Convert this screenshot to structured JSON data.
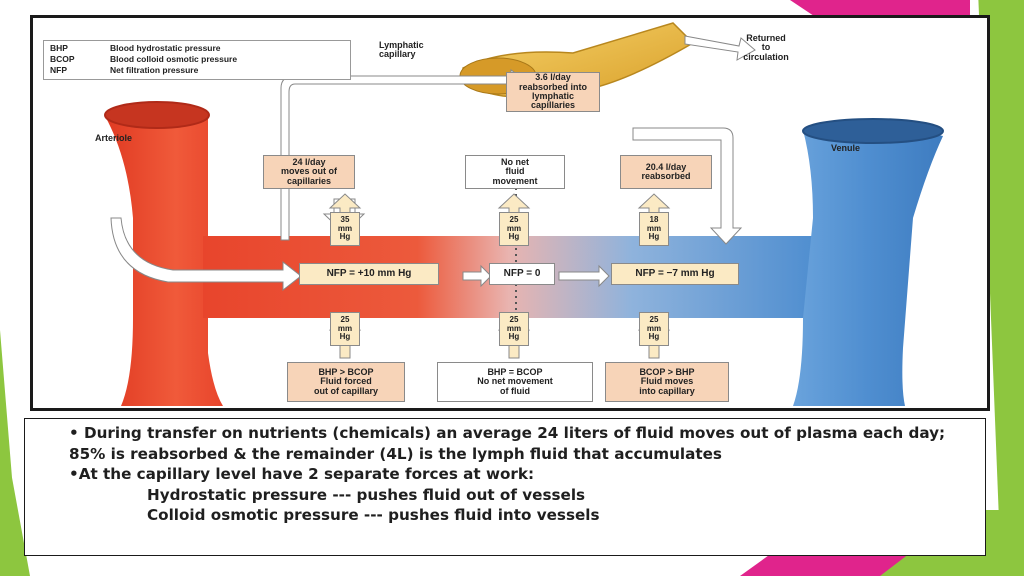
{
  "legend": [
    {
      "abbr": "BHP",
      "text": "Blood hydrostatic pressure"
    },
    {
      "abbr": "BCOP",
      "text": "Blood colloid osmotic pressure"
    },
    {
      "abbr": "NFP",
      "text": "Net filtration pressure"
    }
  ],
  "labels": {
    "lymphatic": "Lymphatic\ncapillary",
    "returned": "Returned\nto\ncirculation",
    "arteriole": "Arteriole",
    "venule": "Venule"
  },
  "boxes": {
    "lymph_reabsorbed": "3.6 l/day\nreabsorbed into\nlymphatic\ncapillaries",
    "moves_out": "24 l/day\nmoves out of\ncapillaries",
    "no_net": "No net\nfluid\nmovement",
    "reabsorbed": "20.4 l/day\nreabsorbed"
  },
  "pressures_top": [
    "35\nmm\nHg",
    "25\nmm\nHg",
    "18\nmm\nHg"
  ],
  "pressures_bottom": [
    "25\nmm\nHg",
    "25\nmm\nHg",
    "25\nmm\nHg"
  ],
  "nfp": [
    "NFP = +10 mm Hg",
    "NFP = 0",
    "NFP = −7 mm Hg"
  ],
  "conditions": [
    "BHP > BCOP\nFluid forced\nout of capillary",
    "BHP = BCOP\nNo net movement\nof fluid",
    "BCOP > BHP\nFluid moves\ninto capillary"
  ],
  "body_text": {
    "line1": "• During transfer on nutrients (chemicals) an average 24 liters of fluid moves out of plasma each day; 85% is reabsorbed & the remainder (4L) is the lymph fluid that accumulates",
    "line2": "•At the capillary level have 2 separate forces at work:",
    "line3": "Hydrostatic pressure --- pushes fluid out of vessels",
    "line4": "Colloid osmotic pressure --- pushes fluid into vessels"
  },
  "colors": {
    "accent_green": "#8dc63f",
    "accent_magenta": "#e0248c",
    "arteriole_red": "#e8452c",
    "venule_blue": "#4f8ed0",
    "lymph_gold": "#e8b83a"
  }
}
